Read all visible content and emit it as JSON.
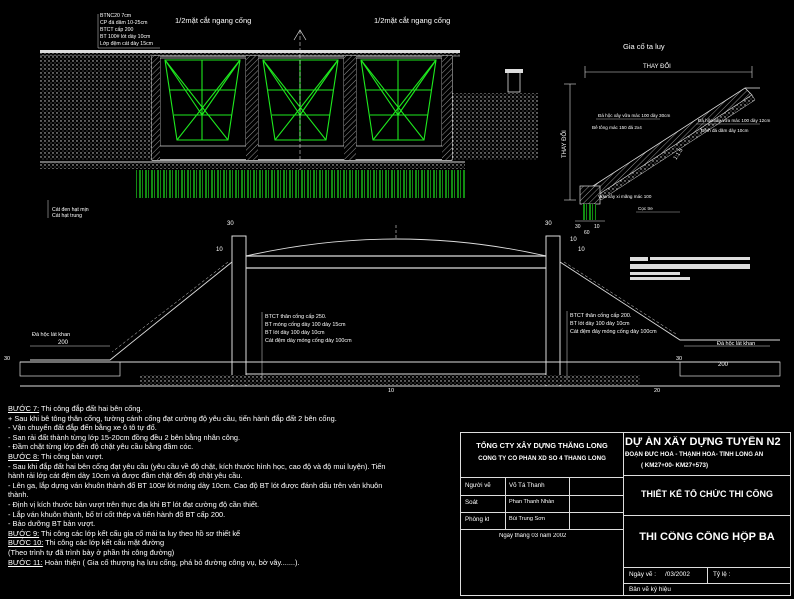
{
  "section": {
    "left_label": "1/2mặt cắt ngang cống",
    "right_label": "1/2mặt cắt ngang cống",
    "layers": [
      "BTNC20 7cm",
      "CP đá dăm 10-25cm",
      "BTCT cấp 200",
      "BT 100# lót dày 10cm",
      "Lớp đệm cát dày 15cm"
    ],
    "ground_notes": [
      "Cát đen hạt mịn",
      "Cát hạt trung"
    ]
  },
  "slope": {
    "title": "Gia cố ta luy",
    "top_dim": "THAY ĐỔI",
    "side_dim": "THAY ĐỔI",
    "notes": [
      "Đá hộc xây vữa mác 100 dày 30cm",
      "Đá hộc xây vữa mác 100 dày 12cm",
      "Đệm đá dăm dày 10cm",
      "Vữa xây xi măng mác 100",
      "Bê tông mác 150 đá 2x4",
      "Cọc tre"
    ],
    "slope_ratio": "1:1.5",
    "dim_bottom_left": "30",
    "dim_bottom_right": "10",
    "dim_bottom_width": "60"
  },
  "elevation": {
    "dim_top_left": "30",
    "dim_left_small": "10",
    "dim_right_small": "10",
    "dim_bottom_center": "10",
    "left_span": "200",
    "right_span": "200",
    "left_ground": "Đá hộc lát khan",
    "right_ground": "Đá hộc lát khan",
    "left_notes": [
      "BTCT thân cống cấp 250.",
      "BT móng cống dày 100 dày 15cm",
      "BT lót dày 100 dày 10cm",
      "Cát đệm dày móng cống dày 100cm"
    ],
    "right_notes": [
      "BTCT thân cống cấp 200.",
      "BT lót dày 100 dày 10cm",
      "Cát đệm đáy móng cống dày 100cm"
    ],
    "side_dims_left": "30",
    "side_dims_right": "30",
    "bottom_right_dim": "20"
  },
  "notes": [
    {
      "step": "BƯỚC 7:",
      "text": " Thi công đắp đất hai bên cống."
    },
    {
      "step": "",
      "text": "+ Sau khi bê tông thân cống, tường cánh cống đạt cường độ yêu cầu, tiến hành đắp đất 2 bên cống."
    },
    {
      "step": "",
      "text": "- Vận chuyển đất đắp đến bằng xe ô tô tự đổ."
    },
    {
      "step": "",
      "text": "- San rải đất thành từng lớp 15-20cm đồng đều 2 bên bằng nhân công."
    },
    {
      "step": "",
      "text": "- Đầm chặt từng lớp đến độ chặt yêu cầu bằng đầm cóc."
    },
    {
      "step": "BƯỚC 8:",
      "text": " Thi công bản vượt."
    },
    {
      "step": "",
      "text": "- Sau khi đắp đất hai bên cống đạt yêu cầu (yêu cầu về độ chặt, kích thước hình học, cao độ và độ mui luyện). Tiến"
    },
    {
      "step": "",
      "text": "hành rải lớp cát đệm dày 10cm và được đầm chặt đến độ chặt yêu cầu."
    },
    {
      "step": "",
      "text": "- Lên ga, lắp dựng ván khuôn thành đổ BT 100# lót móng dày 10cm. Cao độ BT lót được đánh dấu trên ván khuôn"
    },
    {
      "step": "",
      "text": "thành."
    },
    {
      "step": "",
      "text": "- Định vị kích thước bản vượt trên thực địa khi BT lót đạt cường độ cần thiết."
    },
    {
      "step": "",
      "text": "- Lắp ván khuôn thành, bố trí cốt thép và tiến hành đổ BT cấp 200."
    },
    {
      "step": "",
      "text": "- Bảo dưỡng BT bản vượt."
    },
    {
      "step": "BƯỚC 9:",
      "text": " Thi công các lớp kết cấu gia cố mái ta luy theo hồ sơ thiết kế"
    },
    {
      "step": "BƯỚC 10:",
      "text": " Thi công các lớp kết cấu mặt đường"
    },
    {
      "step": "",
      "text": "   (Theo trình tự đã trình bày ở phần thi công đường)"
    },
    {
      "step": "BƯỚC 11:",
      "text": " Hoàn thiện ( Gia cố thượng hạ lưu cống, phá bỏ đường công vụ, bờ vây.......)."
    }
  ],
  "titleblock": {
    "company1": "TỔNG CTY XÂY DỰNG THĂNG LONG",
    "company2": "CÔNG TY CỔ PHẦN XD SỐ 4 THĂNG LONG",
    "project": "DỰ ÁN XÂY DỰNG TUYẾN N2",
    "segment": "ĐOẠN ĐỨC HOÀ - THẠNH HOÁ- TỈNH LONG AN",
    "km": "( KM27+00- KM27+573)",
    "role1": "Người vẽ",
    "name1": "Võ Tá Thanh",
    "role2": "Soát",
    "name2": "Phan Thanh Nhàn",
    "role3": "Phòng kt",
    "name3": "Bùi Trung Sơn",
    "date": "Ngày      tháng 03 năm 2002",
    "design": "THIẾT KẾ TỔ CHỨC THI CÔNG",
    "drawing": "THI CÔNG CỐNG HỘP BA",
    "date_label": "Ngày vẽ :",
    "date_value": "/03/2002",
    "scale_label": "Tỷ lệ :",
    "symbol_label": "Bản vẽ ký hiệu"
  }
}
